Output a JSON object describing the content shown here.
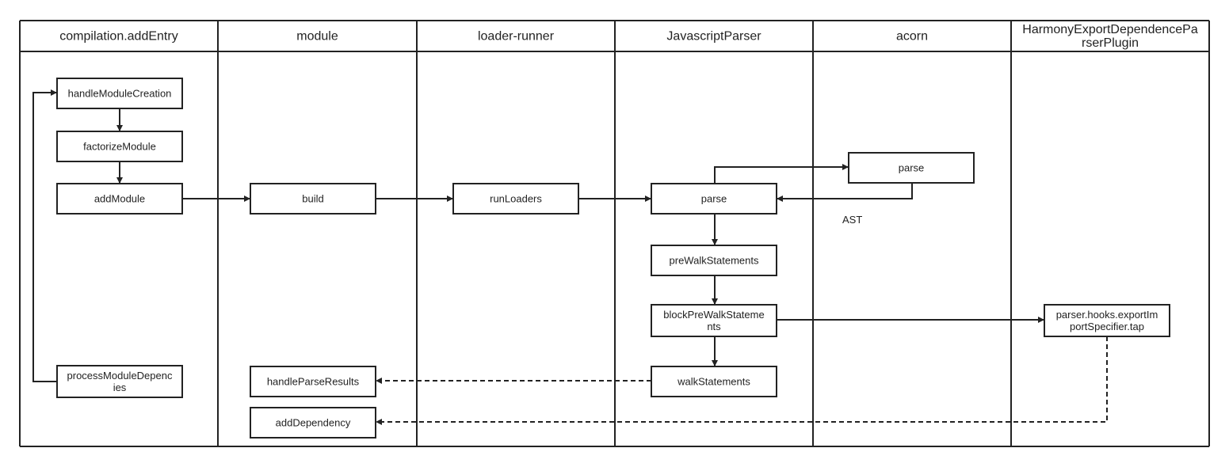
{
  "lanes": [
    {
      "id": "lane-compilation",
      "title": [
        "compilation.addEntry"
      ]
    },
    {
      "id": "lane-module",
      "title": [
        "module"
      ]
    },
    {
      "id": "lane-loader-runner",
      "title": [
        "loader-runner"
      ]
    },
    {
      "id": "lane-javascript-parser",
      "title": [
        "JavascriptParser"
      ]
    },
    {
      "id": "lane-acorn",
      "title": [
        "acorn"
      ]
    },
    {
      "id": "lane-harmony",
      "title": [
        "HarmonyExportDependencePa",
        "rserPlugin"
      ]
    }
  ],
  "nodes": [
    {
      "id": "handleModuleCreation",
      "lines": [
        "handleModuleCreation"
      ]
    },
    {
      "id": "factorizeModule",
      "lines": [
        "factorizeModule"
      ]
    },
    {
      "id": "addModule",
      "lines": [
        "addModule"
      ]
    },
    {
      "id": "processModuleDepencies",
      "lines": [
        "processModuleDepenc",
        "ies"
      ]
    },
    {
      "id": "build",
      "lines": [
        "build"
      ]
    },
    {
      "id": "handleParseResults",
      "lines": [
        "handleParseResults"
      ]
    },
    {
      "id": "addDependency",
      "lines": [
        "addDependency"
      ]
    },
    {
      "id": "runLoaders",
      "lines": [
        "runLoaders"
      ]
    },
    {
      "id": "parse-js",
      "lines": [
        "parse"
      ]
    },
    {
      "id": "preWalkStatements",
      "lines": [
        "preWalkStatements"
      ]
    },
    {
      "id": "blockPreWalkStatements",
      "lines": [
        "blockPreWalkStateme",
        "nts"
      ]
    },
    {
      "id": "walkStatements",
      "lines": [
        "walkStatements"
      ]
    },
    {
      "id": "parse-acorn",
      "lines": [
        "parse"
      ]
    },
    {
      "id": "exportImportSpecifier",
      "lines": [
        "parser.hooks.exportIm",
        "portSpecifier.tap"
      ]
    }
  ],
  "edges": [
    {
      "from": "handleModuleCreation",
      "to": "factorizeModule",
      "style": "solid"
    },
    {
      "from": "factorizeModule",
      "to": "addModule",
      "style": "solid"
    },
    {
      "from": "processModuleDepencies",
      "to": "handleModuleCreation",
      "style": "solid"
    },
    {
      "from": "addModule",
      "to": "build",
      "style": "solid"
    },
    {
      "from": "build",
      "to": "runLoaders",
      "style": "solid"
    },
    {
      "from": "runLoaders",
      "to": "parse-js",
      "style": "solid"
    },
    {
      "from": "parse-js",
      "to": "parse-acorn",
      "style": "solid"
    },
    {
      "from": "parse-acorn",
      "to": "parse-js",
      "style": "solid"
    },
    {
      "from": "parse-js",
      "to": "preWalkStatements",
      "style": "solid"
    },
    {
      "from": "preWalkStatements",
      "to": "blockPreWalkStatements",
      "style": "solid"
    },
    {
      "from": "blockPreWalkStatements",
      "to": "walkStatements",
      "style": "solid"
    },
    {
      "from": "blockPreWalkStatements",
      "to": "exportImportSpecifier",
      "style": "solid"
    },
    {
      "from": "walkStatements",
      "to": "handleParseResults",
      "style": "dashed"
    },
    {
      "from": "exportImportSpecifier",
      "to": "addDependency",
      "style": "dashed"
    }
  ],
  "labels": [
    {
      "id": "ast-label",
      "text": "AST"
    }
  ]
}
